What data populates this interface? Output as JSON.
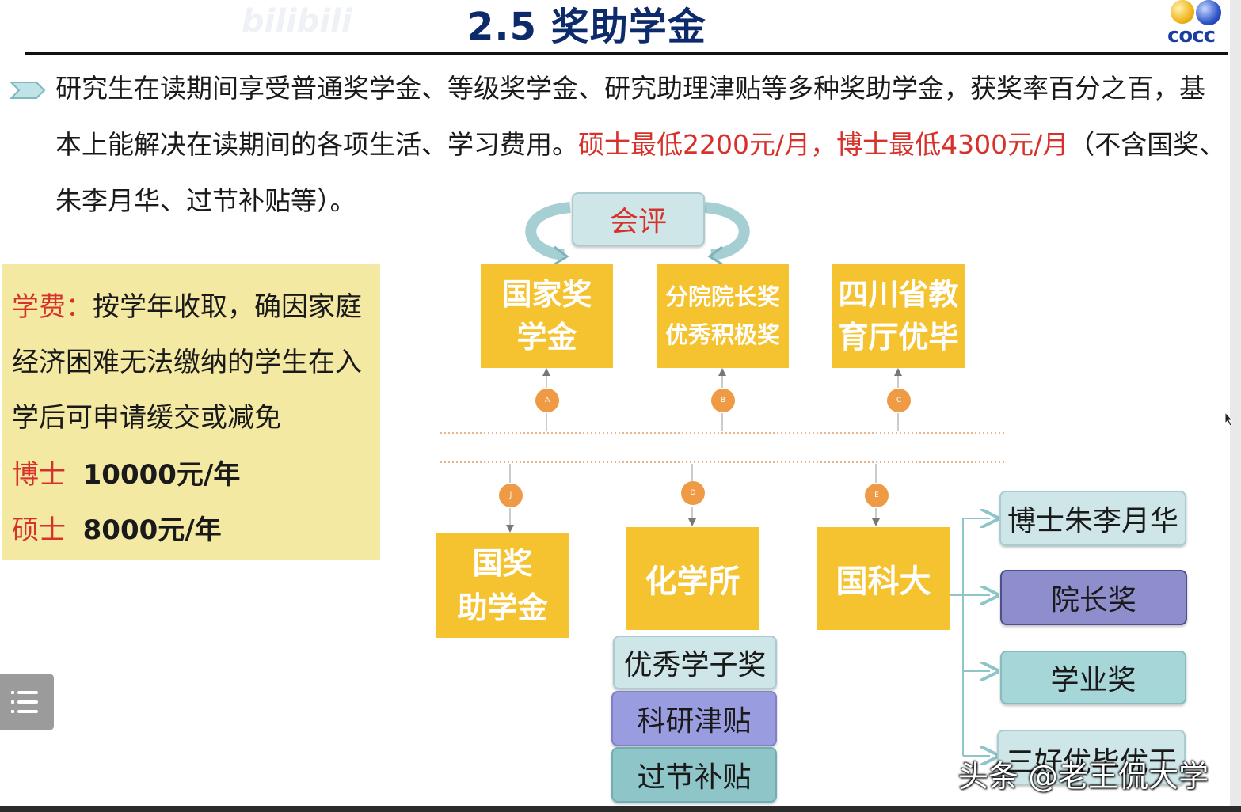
{
  "header": {
    "title": "2.5 奖助学金",
    "logo_text": "cocc",
    "bili_watermark": "bilibili"
  },
  "intro": {
    "line1": "研究生在读期间享受普通奖学金、等级奖学金、研究助理津贴等多种奖助学金，获奖率百分之百，基",
    "line2_a": "本上能解决在读期间的各项生活、学习费用。",
    "line2_red": "硕士最低2200元/月，博士最低4300元/月",
    "line2_b": "（不含国奖、",
    "line3": "朱李月华、过节补贴等）。"
  },
  "fee": {
    "label": "学费：",
    "text1": "按学年收取，确因家庭",
    "text2": "经济困难无法缴纳的学生在入",
    "text3": "学后可申请缓交或减免",
    "phd_label": "博士",
    "phd_value": "10000元/年",
    "master_label": "硕士",
    "master_value": "8000元/年"
  },
  "diagram": {
    "review": "会评",
    "top_boxes": [
      "国家奖\n学金",
      "分院院长奖\n优秀积极奖",
      "四川省教\n育厅优毕"
    ],
    "top_nodes": [
      "A",
      "B",
      "C"
    ],
    "bottom_nodes": [
      "J",
      "D",
      "E"
    ],
    "bottom_boxes": [
      "国奖\n助学金",
      "化学所",
      "国科大"
    ],
    "chem_items": [
      "优秀学子奖",
      "科研津贴",
      "过节补贴"
    ],
    "ucas_items": [
      "博士朱李月华",
      "院长奖",
      "学业奖",
      "三好优毕优干"
    ]
  },
  "overlay": {
    "watermark": "头条 @老王侃大学"
  },
  "colors": {
    "title": "#0d2b6b",
    "highlight_red": "#d6312b",
    "box_yellow": "#f5c230",
    "fee_bg": "#f3e9a2",
    "node_orange": "#ef9a45"
  },
  "icons": {
    "bullet": "chevron-arrow-icon",
    "menu": "menu-list-icon",
    "cursor": "mouse-cursor-icon"
  }
}
